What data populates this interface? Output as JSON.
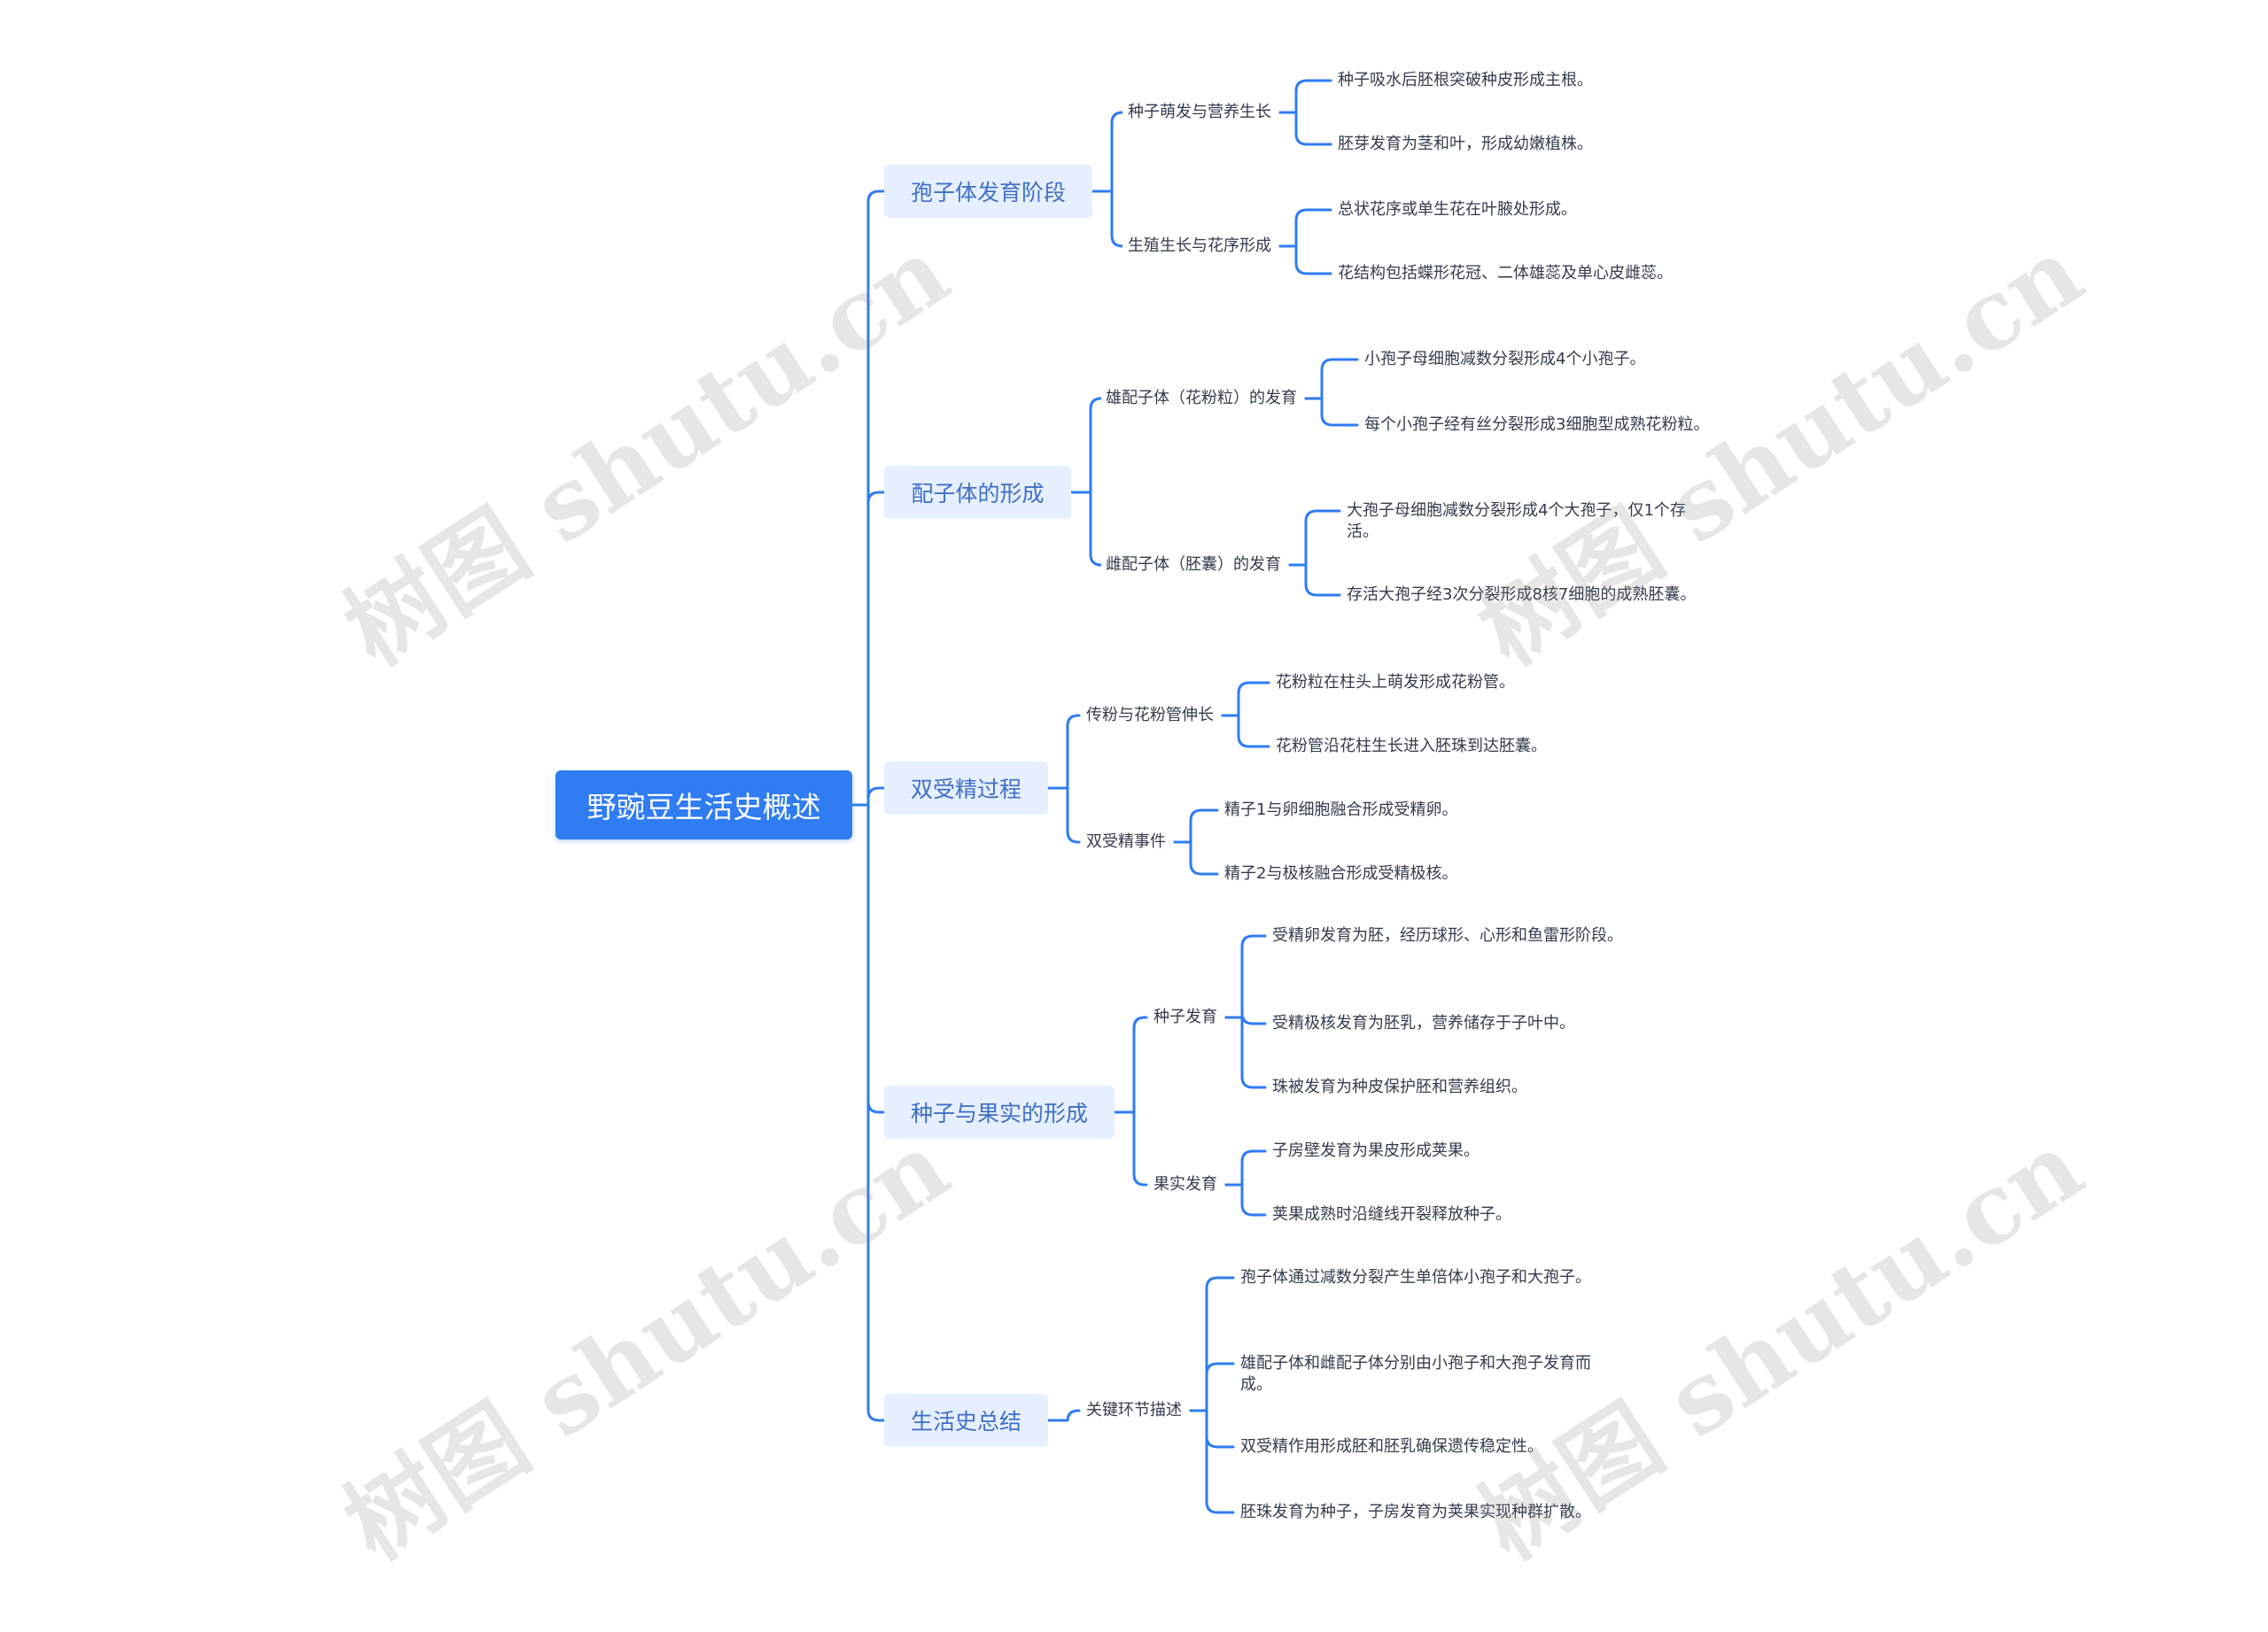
{
  "root": {
    "label": "野豌豆生活史概述"
  },
  "branches": [
    {
      "label": "孢子体发育阶段",
      "children": [
        {
          "label": "种子萌发与营养生长",
          "children": [
            "种子吸水后胚根突破种皮形成主根。",
            "胚芽发育为茎和叶，形成幼嫩植株。"
          ]
        },
        {
          "label": "生殖生长与花序形成",
          "children": [
            "总状花序或单生花在叶腋处形成。",
            "花结构包括蝶形花冠、二体雄蕊及单心皮雌蕊。"
          ]
        }
      ]
    },
    {
      "label": "配子体的形成",
      "children": [
        {
          "label": "雄配子体（花粉粒）的发育",
          "children": [
            "小孢子母细胞减数分裂形成4个小孢子。",
            "每个小孢子经有丝分裂形成3细胞型成熟花粉粒。"
          ]
        },
        {
          "label": "雌配子体（胚囊）的发育",
          "children": [
            "大孢子母细胞减数分裂形成4个大孢子，仅1个存活。",
            "存活大孢子经3次分裂形成8核7细胞的成熟胚囊。"
          ]
        }
      ]
    },
    {
      "label": "双受精过程",
      "children": [
        {
          "label": "传粉与花粉管伸长",
          "children": [
            "花粉粒在柱头上萌发形成花粉管。",
            "花粉管沿花柱生长进入胚珠到达胚囊。"
          ]
        },
        {
          "label": "双受精事件",
          "children": [
            "精子1与卵细胞融合形成受精卵。",
            "精子2与极核融合形成受精极核。"
          ]
        }
      ]
    },
    {
      "label": "种子与果实的形成",
      "children": [
        {
          "label": "种子发育",
          "children": [
            "受精卵发育为胚，经历球形、心形和鱼雷形阶段。",
            "受精极核发育为胚乳，营养储存于子叶中。",
            "珠被发育为种皮保护胚和营养组织。"
          ]
        },
        {
          "label": "果实发育",
          "children": [
            "子房壁发育为果皮形成荚果。",
            "荚果成熟时沿缝线开裂释放种子。"
          ]
        }
      ]
    },
    {
      "label": "生活史总结",
      "children": [
        {
          "label": "关键环节描述",
          "children": [
            "孢子体通过减数分裂产生单倍体小孢子和大孢子。",
            "雄配子体和雌配子体分别由小孢子和大孢子发育而成。",
            "双受精作用形成胚和胚乳确保遗传稳定性。",
            "胚珠发育为种子，子房发育为荚果实现种群扩散。"
          ]
        }
      ]
    }
  ],
  "watermark": "树图 shutu.cn",
  "colors": {
    "accent": "#2f7cf3",
    "branch_bg": "#e6efff",
    "branch_text": "#3f6fc6",
    "text": "#333c4d",
    "line": "#2f7cf3"
  }
}
